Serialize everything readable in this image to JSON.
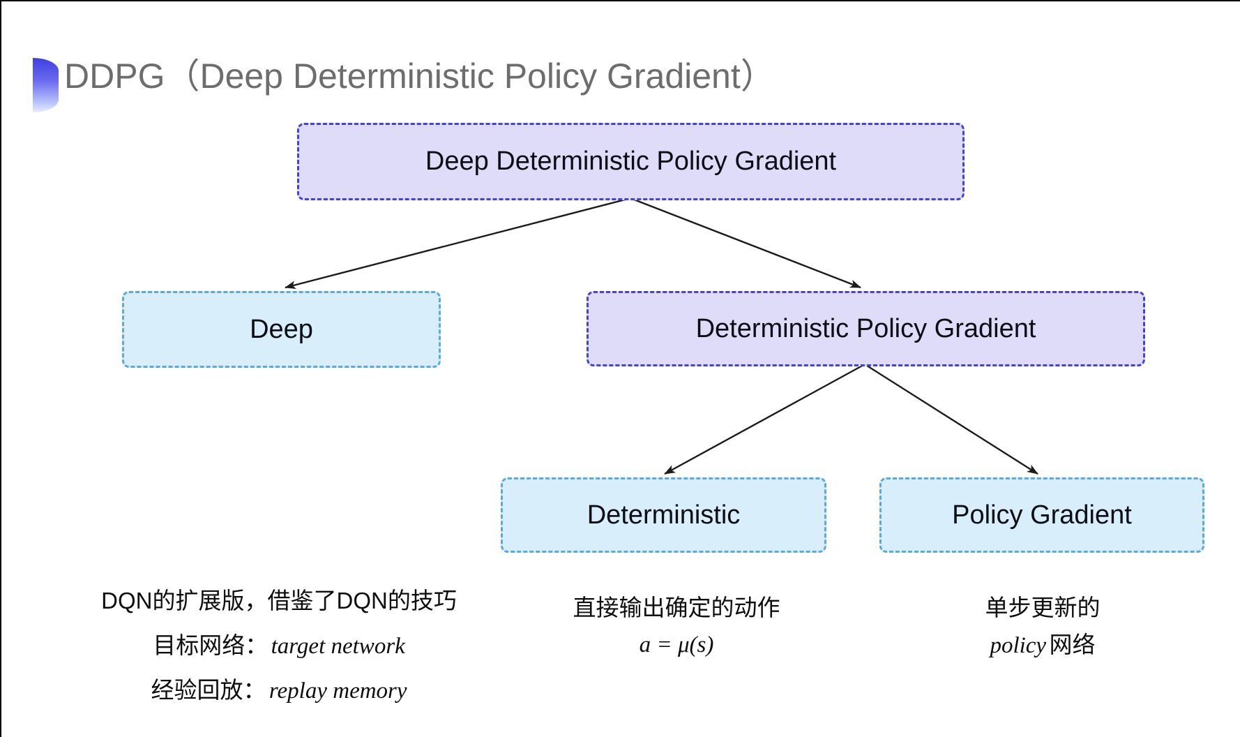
{
  "title": {
    "text": "DDPG（Deep Deterministic Policy Gradient）",
    "color": "#6d6d6d",
    "bullet_icon": "half-disc-gradient"
  },
  "diagram": {
    "nodes": {
      "root": {
        "label": "Deep Deterministic Policy Gradient",
        "variant": "purple"
      },
      "deep": {
        "label": "Deep",
        "variant": "cyan"
      },
      "dpg": {
        "label": "Deterministic Policy Gradient",
        "variant": "purple"
      },
      "det": {
        "label": "Deterministic",
        "variant": "cyan"
      },
      "pg": {
        "label": "Policy Gradient",
        "variant": "cyan"
      }
    },
    "edges": [
      {
        "from": "root",
        "to": "deep"
      },
      {
        "from": "root",
        "to": "dpg"
      },
      {
        "from": "dpg",
        "to": "det"
      },
      {
        "from": "dpg",
        "to": "pg"
      }
    ],
    "colors": {
      "purple_fill": "#dedcf8",
      "purple_border": "#4643d0",
      "cyan_fill": "#d9eefb",
      "cyan_border": "#5aaadc",
      "arrow": "#1b1b1b"
    }
  },
  "notes": {
    "left": {
      "line1": "DQN的扩展版，借鉴了DQN的技巧",
      "line2_cjk": "目标网络：",
      "line2_math": "target network",
      "line3_cjk": "经验回放：",
      "line3_math": "replay memory"
    },
    "middle": {
      "line1": "直接输出确定的动作",
      "line2_math": "a = μ(s)"
    },
    "right": {
      "line1": "单步更新的",
      "line2_math": "policy",
      "line2_cjk": "网络"
    }
  }
}
